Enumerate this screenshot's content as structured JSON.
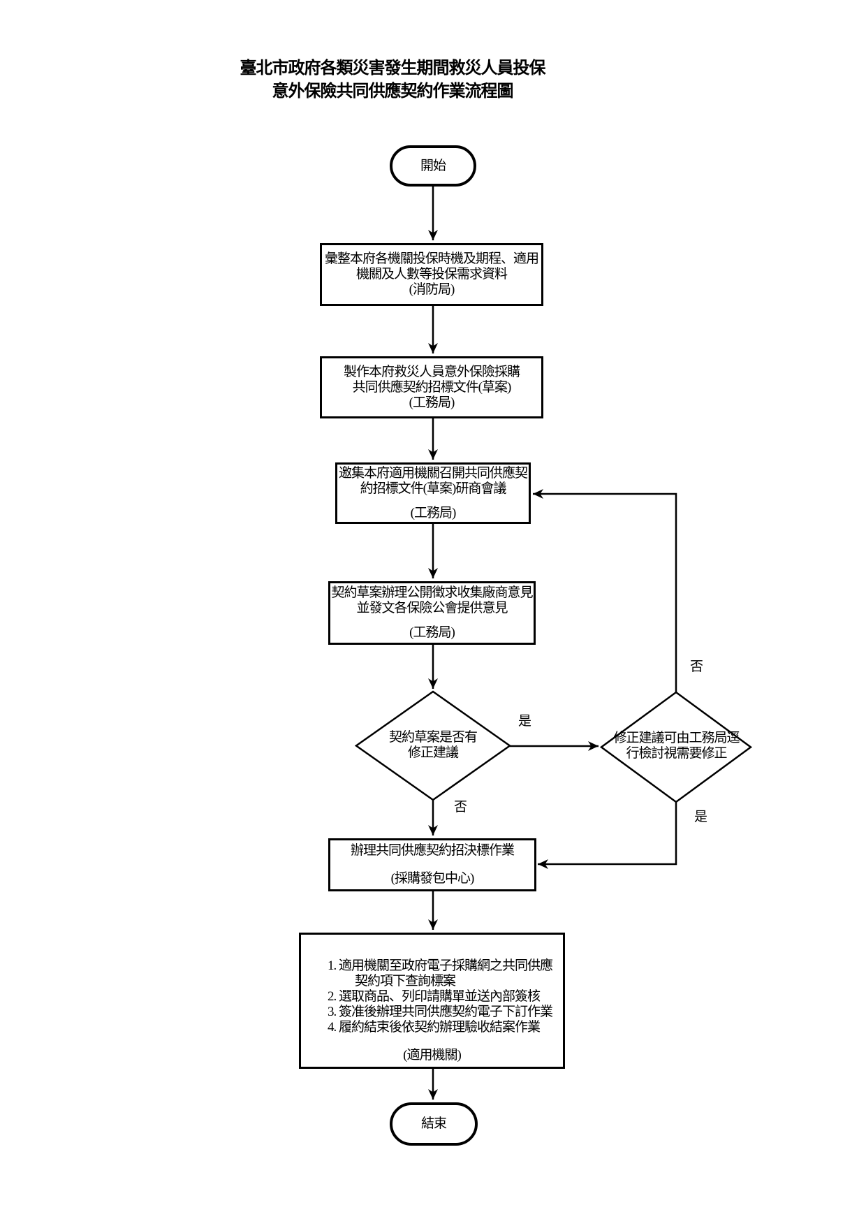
{
  "title": {
    "line1": "臺北市政府各類災害發生期間救災人員投保",
    "line2": "意外保險共同供應契約作業流程圖"
  },
  "flow": {
    "start": "開始",
    "step1": {
      "line1": "彙整本府各機關投保時機及期程、適用",
      "line2": "機關及人數等投保需求資料",
      "org": "(消防局)"
    },
    "step2": {
      "line1": "製作本府救災人員意外保險採購",
      "line2": "共同供應契約招標文件(草案)",
      "org": "(工務局)"
    },
    "step3": {
      "line1": "邀集本府適用機關召開共同供應契",
      "line2": "約招標文件(草案)研商會議",
      "org": "(工務局)"
    },
    "step4": {
      "line1": "契約草案辦理公開徵求收集廠商意見",
      "line2": "並發文各保險公會提供意見",
      "org": "(工務局)"
    },
    "decision1": {
      "line1": "契約草案是否有",
      "line2": "修正建議"
    },
    "decision2": {
      "line1": "修正建議可由工務局逕",
      "line2": "行檢討視需要修正"
    },
    "step5": {
      "line1": "辦理共同供應契約招決標作業",
      "org": "(採購發包中心)"
    },
    "step6": {
      "item1a": "1. 適用機關至政府電子採購網之共同供應",
      "item1b": "契約項下查詢標案",
      "item2": "2. 選取商品、列印請購單並送內部簽核",
      "item3": "3. 簽准後辦理共同供應契約電子下訂作業",
      "item4": "4. 履約結束後依契約辦理驗收結案作業",
      "org": "(適用機關)"
    },
    "end": "結束"
  },
  "labels": {
    "decision1_yes": "是",
    "decision1_no": "否",
    "decision2_no": "否",
    "decision2_yes": "是"
  },
  "colors": {
    "ink": "#000000",
    "background": "#ffffff"
  }
}
